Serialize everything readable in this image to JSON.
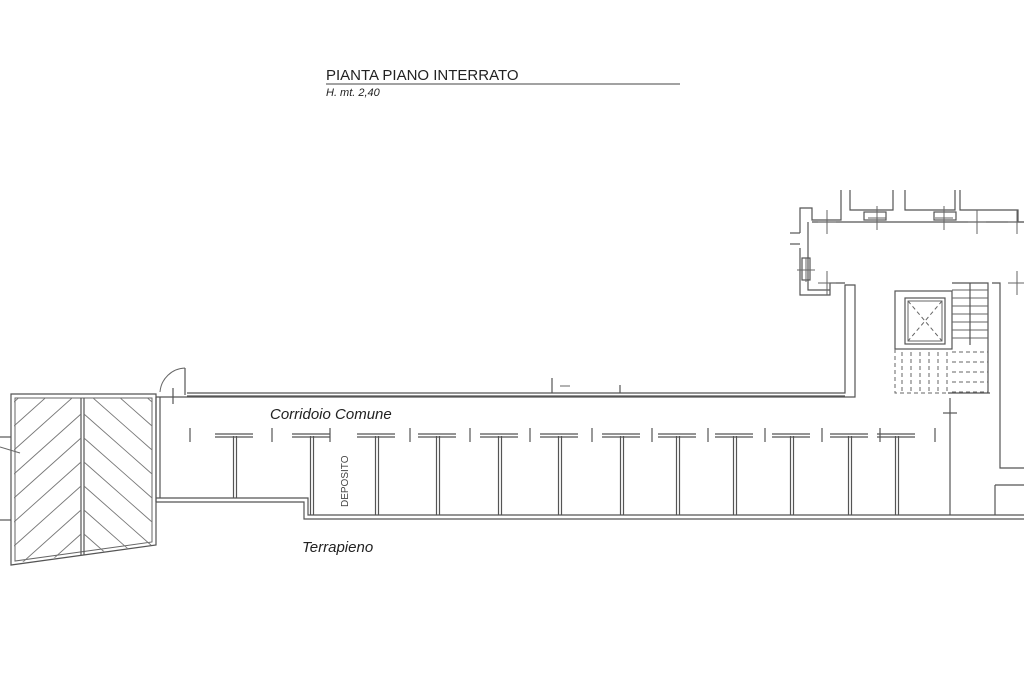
{
  "title": "PIANTA PIANO INTERRATO",
  "height_note": "H. mt. 2,40",
  "labels": {
    "corridor": "Corridoio Comune",
    "embankment": "Terrapieno",
    "storage": "DEPOSITO"
  }
}
